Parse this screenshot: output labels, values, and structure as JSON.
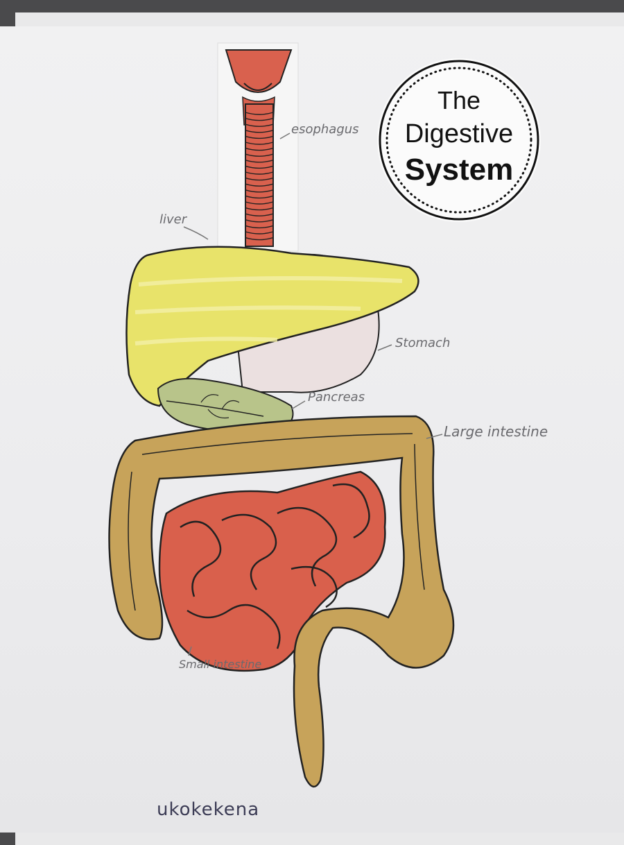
{
  "title": {
    "line1": "The",
    "line2": "Digestive",
    "line3": "System"
  },
  "labels": {
    "esophagus": "esophagus",
    "liver": "liver",
    "stomach": "Stomach",
    "pancreas": "Pancreas",
    "large_intestine": "Large intestine",
    "small_intestine": "Small intestine"
  },
  "author": "ukokekena",
  "colors": {
    "esophagus": "#d9614e",
    "liver": "#e8e36a",
    "pancreas": "#b8c48a",
    "large_intestine": "#c7a35a",
    "small_intestine": "#d9604c",
    "stomach": "#e9dede"
  }
}
